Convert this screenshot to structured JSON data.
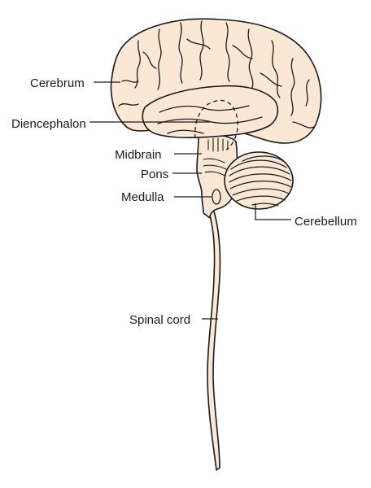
{
  "labels": {
    "cerebrum": "Cerebrum",
    "diencephalon": "Diencephalon",
    "midbrain": "Midbrain",
    "pons": "Pons",
    "medulla": "Medulla",
    "cerebellum": "Cerebellum",
    "spinal_cord": "Spinal cord"
  },
  "colors": {
    "tissue": "#fbe8d4",
    "outline": "#1a1a1a"
  }
}
